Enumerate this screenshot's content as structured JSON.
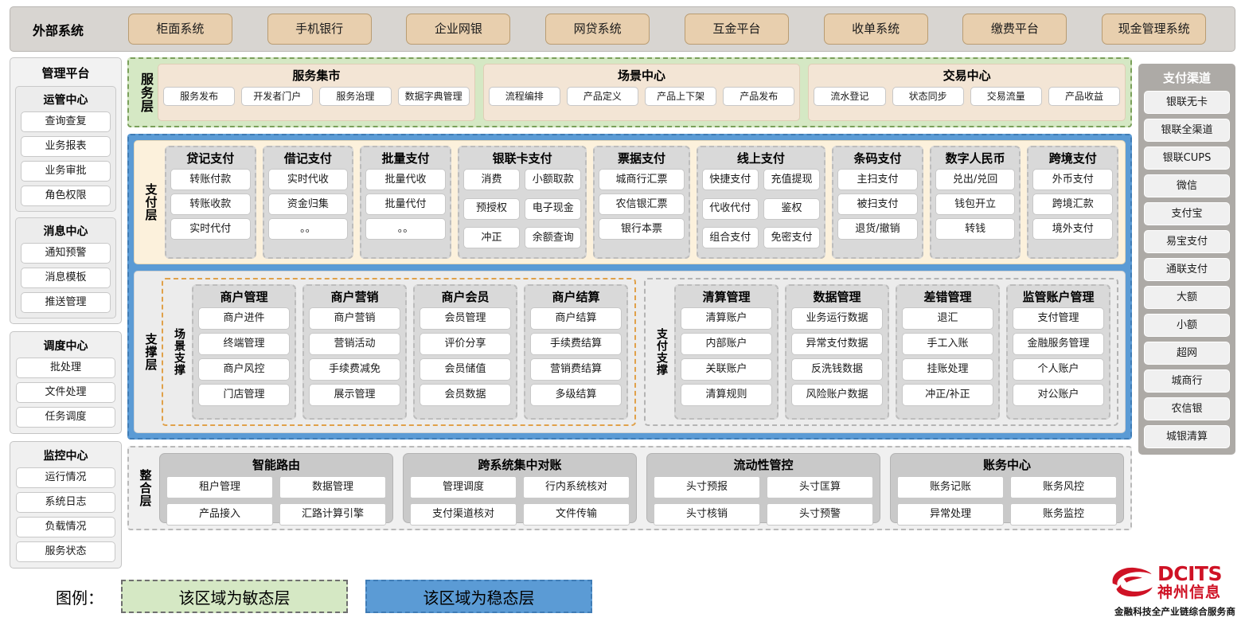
{
  "topbar": {
    "title": "外部系统",
    "systems": [
      "柜面系统",
      "手机银行",
      "企业网银",
      "网贷系统",
      "互金平台",
      "收单系统",
      "缴费平台",
      "现金管理系统"
    ]
  },
  "management_platform": {
    "title": "管理平台",
    "groups": [
      {
        "title": "运管中心",
        "items": [
          "查询查复",
          "业务报表",
          "业务审批",
          "角色权限"
        ]
      },
      {
        "title": "消息中心",
        "items": [
          "通知预警",
          "消息模板",
          "推送管理"
        ]
      }
    ],
    "standalone_groups": [
      {
        "title": "调度中心",
        "items": [
          "批处理",
          "文件处理",
          "任务调度"
        ]
      },
      {
        "title": "监控中心",
        "items": [
          "运行情况",
          "系统日志",
          "负载情况",
          "服务状态"
        ]
      }
    ]
  },
  "service_layer": {
    "label": "服务层",
    "boxes": [
      {
        "title": "服务集市",
        "items": [
          "服务发布",
          "开发者门户",
          "服务治理",
          "数据字典管理"
        ]
      },
      {
        "title": "场景中心",
        "items": [
          "流程编排",
          "产品定义",
          "产品上下架",
          "产品发布"
        ]
      },
      {
        "title": "交易中心",
        "items": [
          "流水登记",
          "状态同步",
          "交易流量",
          "产品收益"
        ]
      }
    ]
  },
  "payment_layer": {
    "label": "支付层",
    "groups": [
      {
        "title": "贷记支付",
        "cols": 1,
        "items": [
          "转账付款",
          "转账收款",
          "实时代付"
        ]
      },
      {
        "title": "借记支付",
        "cols": 1,
        "items": [
          "实时代收",
          "资金归集",
          "。。"
        ]
      },
      {
        "title": "批量支付",
        "cols": 1,
        "items": [
          "批量代收",
          "批量代付",
          "。。"
        ]
      },
      {
        "title": "银联卡支付",
        "cols": 2,
        "items": [
          "消费",
          "小额取款",
          "预授权",
          "电子现金",
          "冲正",
          "余额查询"
        ]
      },
      {
        "title": "票据支付",
        "cols": 1,
        "items": [
          "城商行汇票",
          "农信银汇票",
          "银行本票"
        ]
      },
      {
        "title": "线上支付",
        "cols": 2,
        "items": [
          "快捷支付",
          "充值提现",
          "代收代付",
          "鉴权",
          "组合支付",
          "免密支付"
        ]
      },
      {
        "title": "条码支付",
        "cols": 1,
        "items": [
          "主扫支付",
          "被扫支付",
          "退货/撤销"
        ]
      },
      {
        "title": "数字人民币",
        "cols": 1,
        "items": [
          "兑出/兑回",
          "钱包开立",
          "转钱"
        ]
      },
      {
        "title": "跨境支付",
        "cols": 1,
        "items": [
          "外币支付",
          "跨境汇款",
          "境外支付"
        ]
      }
    ]
  },
  "support_layer": {
    "label": "支撑层",
    "zones": [
      {
        "label": "场景支撑",
        "groups": [
          {
            "title": "商户管理",
            "items": [
              "商户进件",
              "终端管理",
              "商户风控",
              "门店管理"
            ]
          },
          {
            "title": "商户营销",
            "items": [
              "商户营销",
              "营销活动",
              "手续费减免",
              "展示管理"
            ]
          },
          {
            "title": "商户会员",
            "items": [
              "会员管理",
              "评价分享",
              "会员储值",
              "会员数据"
            ]
          },
          {
            "title": "商户结算",
            "items": [
              "商户结算",
              "手续费结算",
              "营销费结算",
              "多级结算"
            ]
          }
        ]
      },
      {
        "label": "支付支撑",
        "groups": [
          {
            "title": "清算管理",
            "items": [
              "清算账户",
              "内部账户",
              "关联账户",
              "清算规则"
            ]
          },
          {
            "title": "数据管理",
            "items": [
              "业务运行数据",
              "异常支付数据",
              "反洗钱数据",
              "风险账户数据"
            ]
          },
          {
            "title": "差错管理",
            "items": [
              "退汇",
              "手工入账",
              "挂账处理",
              "冲正/补正"
            ]
          },
          {
            "title": "监管账户管理",
            "items": [
              "支付管理",
              "金融服务管理",
              "个人账户",
              "对公账户"
            ]
          }
        ]
      }
    ]
  },
  "integration_layer": {
    "label": "整合层",
    "boxes": [
      {
        "title": "智能路由",
        "items": [
          "租户管理",
          "数据管理",
          "产品接入",
          "汇路计算引擎"
        ]
      },
      {
        "title": "跨系统集中对账",
        "items": [
          "管理调度",
          "行内系统核对",
          "支付渠道核对",
          "文件传输"
        ]
      },
      {
        "title": "流动性管控",
        "items": [
          "头寸预报",
          "头寸匡算",
          "头寸核销",
          "头寸预警"
        ]
      },
      {
        "title": "账务中心",
        "items": [
          "账务记账",
          "账务风控",
          "异常处理",
          "账务监控"
        ]
      }
    ]
  },
  "payment_channels": {
    "title": "支付渠道",
    "items": [
      "银联无卡",
      "银联全渠道",
      "银联CUPS",
      "微信",
      "支付宝",
      "易宝支付",
      "通联支付",
      "大额",
      "小额",
      "超网",
      "城商行",
      "农信银",
      "城银清算"
    ]
  },
  "legend": {
    "label": "图例：",
    "agile": "该区域为敏态层",
    "stable": "该区域为稳态层"
  },
  "logo": {
    "en": "DCITS",
    "cn": "神州信息",
    "tagline": "金融科技全产业链综合服务商"
  },
  "colors": {
    "agile_green": "#d5e8c4",
    "stable_blue": "#5b9bd5",
    "payment_cream": "#fcf1dc",
    "external_tan": "#e8cfae",
    "brand_red": "#cf1225"
  }
}
